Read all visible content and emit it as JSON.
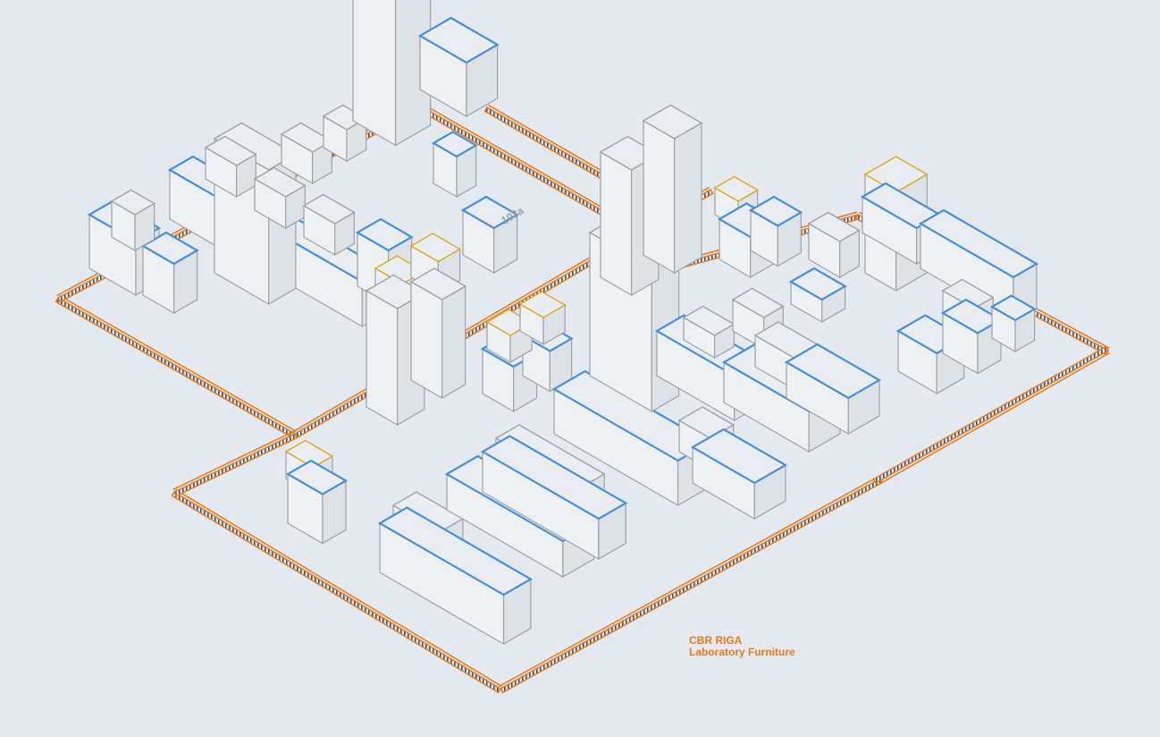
{
  "caption": {
    "line1": "CBR RIGA",
    "line2": "Laboratory Furniture"
  },
  "room_label": "103a",
  "colors": {
    "background": "#e4e9f0",
    "wall": "#e87a1e",
    "hatch": "#3d5566",
    "worktop": "#4a90d9",
    "cabinet": "#9ea3a8",
    "wall_cabinet": "#e0a81e"
  }
}
